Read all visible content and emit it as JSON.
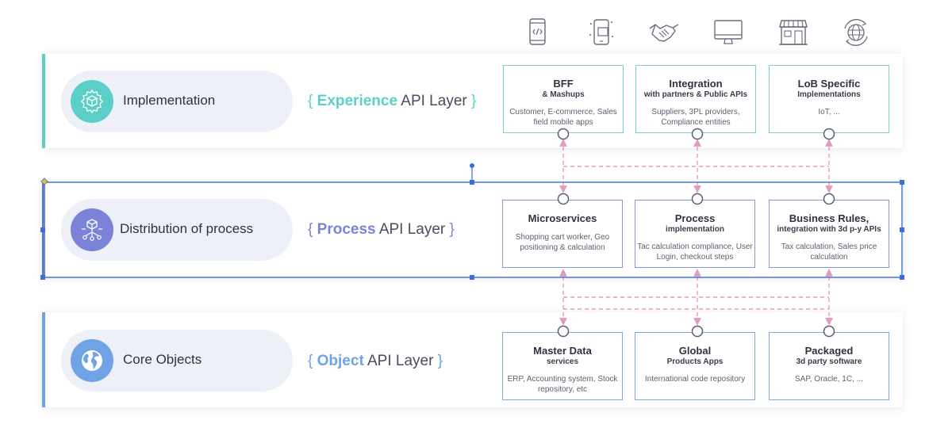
{
  "layers": [
    {
      "key": "experience",
      "pill_title": "Implementation",
      "brace_open": "{",
      "brace_close": "}",
      "highlight": "Experience",
      "layer_suffix": " API Layer",
      "accent": "#5ccfc8",
      "icon": "cube-gear-icon",
      "boxes": [
        {
          "title": "BFF",
          "subtitle": "& Mashups",
          "desc": "Customer, E-commerce, Sales field mobile apps"
        },
        {
          "title": "Integration",
          "subtitle": "with partners & Public APIs",
          "desc": "Suppliers, 3PL providers, Compliance entities"
        },
        {
          "title": "LoB Specific",
          "subtitle": "Implementations",
          "desc": "IoT, ..."
        }
      ]
    },
    {
      "key": "process",
      "pill_title": "Distribution of process",
      "brace_open": "{",
      "brace_close": "}",
      "highlight": "Process",
      "layer_suffix": " API Layer",
      "accent": "#7b83d9",
      "icon": "network-box-icon",
      "boxes": [
        {
          "title": "Microservices",
          "subtitle": "",
          "desc": "Shopping cart worker, Geo positioning & calculation"
        },
        {
          "title": "Process",
          "subtitle": "implementation",
          "desc": "Tac calculation compliance, User Login, checkout steps"
        },
        {
          "title": "Business Rules,",
          "subtitle": "integration with 3d p-y APIs",
          "desc": "Tax calculation, Sales price calculation"
        }
      ]
    },
    {
      "key": "object",
      "pill_title": "Core Objects",
      "brace_open": "{",
      "brace_close": "}",
      "highlight": "Object",
      "layer_suffix": " API Layer",
      "accent": "#6fa3e6",
      "icon": "globe-icon",
      "boxes": [
        {
          "title": "Master Data",
          "subtitle": "services",
          "desc": "ERP, Accounting system, Stock repository, etc"
        },
        {
          "title": "Global",
          "subtitle": "Products Apps",
          "desc": "International code repository"
        },
        {
          "title": "Packaged",
          "subtitle": "3d party software",
          "desc": "SAP, Oracle, 1C, ..."
        }
      ]
    }
  ],
  "top_icons": [
    "mobile-code-icon",
    "mobile-app-icon",
    "handshake-icon",
    "monitor-icon",
    "storefront-icon",
    "globe-refresh-icon"
  ],
  "colors": {
    "connector": "#e39ac2",
    "selection": "#3b6fd6",
    "teal": "#5ccfc8",
    "purple": "#7b83d9",
    "blue": "#6fa3e6"
  }
}
